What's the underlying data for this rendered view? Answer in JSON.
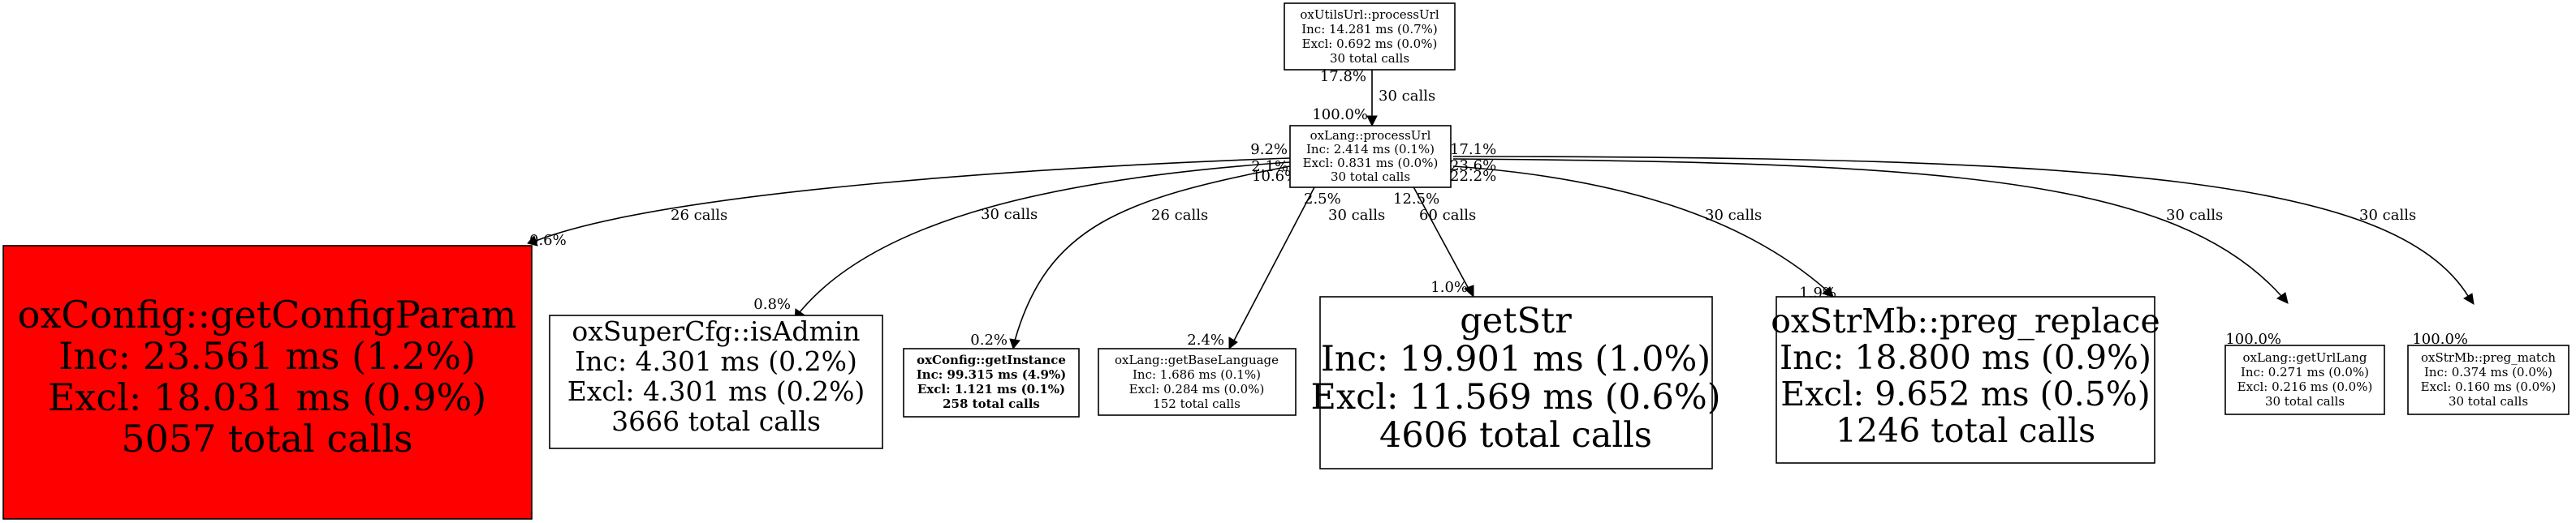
{
  "colors": {
    "highlight": "#ff0000",
    "node_fill": "#ffffff",
    "edge": "#000000"
  },
  "nodes": {
    "process_url_utils": {
      "name": "oxUtilsUrl::processUrl",
      "inc": "Inc: 14.281 ms (0.7%)",
      "excl": "Excl: 0.692 ms (0.0%)",
      "calls": "30 total calls"
    },
    "lang_process_url": {
      "name": "oxLang::processUrl",
      "inc": "Inc: 2.414 ms (0.1%)",
      "excl": "Excl: 0.831 ms (0.0%)",
      "calls": "30 total calls"
    },
    "get_config_param": {
      "name": "oxConfig::getConfigParam",
      "inc": "Inc: 23.561 ms (1.2%)",
      "excl": "Excl: 18.031 ms (0.9%)",
      "calls": "5057 total calls"
    },
    "is_admin": {
      "name": "oxSuperCfg::isAdmin",
      "inc": "Inc: 4.301 ms (0.2%)",
      "excl": "Excl: 4.301 ms (0.2%)",
      "calls": "3666 total calls"
    },
    "get_instance": {
      "name": "oxConfig::getInstance",
      "inc": "Inc: 99.315 ms (4.9%)",
      "excl": "Excl: 1.121 ms (0.1%)",
      "calls": "258 total calls"
    },
    "get_base_language": {
      "name": "oxLang::getBaseLanguage",
      "inc": "Inc: 1.686 ms (0.1%)",
      "excl": "Excl: 0.284 ms (0.0%)",
      "calls": "152 total calls"
    },
    "get_str": {
      "name": "getStr",
      "inc": "Inc: 19.901 ms (1.0%)",
      "excl": "Excl: 11.569 ms (0.6%)",
      "calls": "4606 total calls"
    },
    "preg_replace": {
      "name": "oxStrMb::preg_replace",
      "inc": "Inc: 18.800 ms (0.9%)",
      "excl": "Excl: 9.652 ms (0.5%)",
      "calls": "1246 total calls"
    },
    "get_url_lang": {
      "name": "oxLang::getUrlLang",
      "inc": "Inc: 0.271 ms (0.0%)",
      "excl": "Excl: 0.216 ms (0.0%)",
      "calls": "30 total calls"
    },
    "preg_match": {
      "name": "oxStrMb::preg_match",
      "inc": "Inc: 0.374 ms (0.0%)",
      "excl": "Excl: 0.160 ms (0.0%)",
      "calls": "30 total calls"
    }
  },
  "edges": {
    "to_lang_process_url": {
      "calls": "30 calls",
      "tail": "17.8%",
      "head": "100.0%"
    },
    "to_get_config_param": {
      "calls": "26 calls",
      "tail": "9.2%",
      "head": "0.6%"
    },
    "to_is_admin": {
      "calls": "30 calls",
      "tail": "2.1%",
      "head": "0.8%"
    },
    "to_get_instance": {
      "calls": "26 calls",
      "tail": "10.6%",
      "head": "0.2%"
    },
    "to_get_base_language": {
      "calls": "30 calls",
      "tail": "2.5%",
      "head": "2.4%"
    },
    "to_get_str": {
      "calls": "60 calls",
      "tail": "12.5%",
      "head": "1.0%"
    },
    "to_preg_replace": {
      "calls": "30 calls",
      "tail": "22.2%",
      "head": "1.9%"
    },
    "to_get_url_lang": {
      "calls": "30 calls",
      "tail": "23.6%",
      "head": "100.0%"
    },
    "to_preg_match": {
      "calls": "30 calls",
      "tail": "17.1%",
      "head": "100.0%"
    }
  }
}
